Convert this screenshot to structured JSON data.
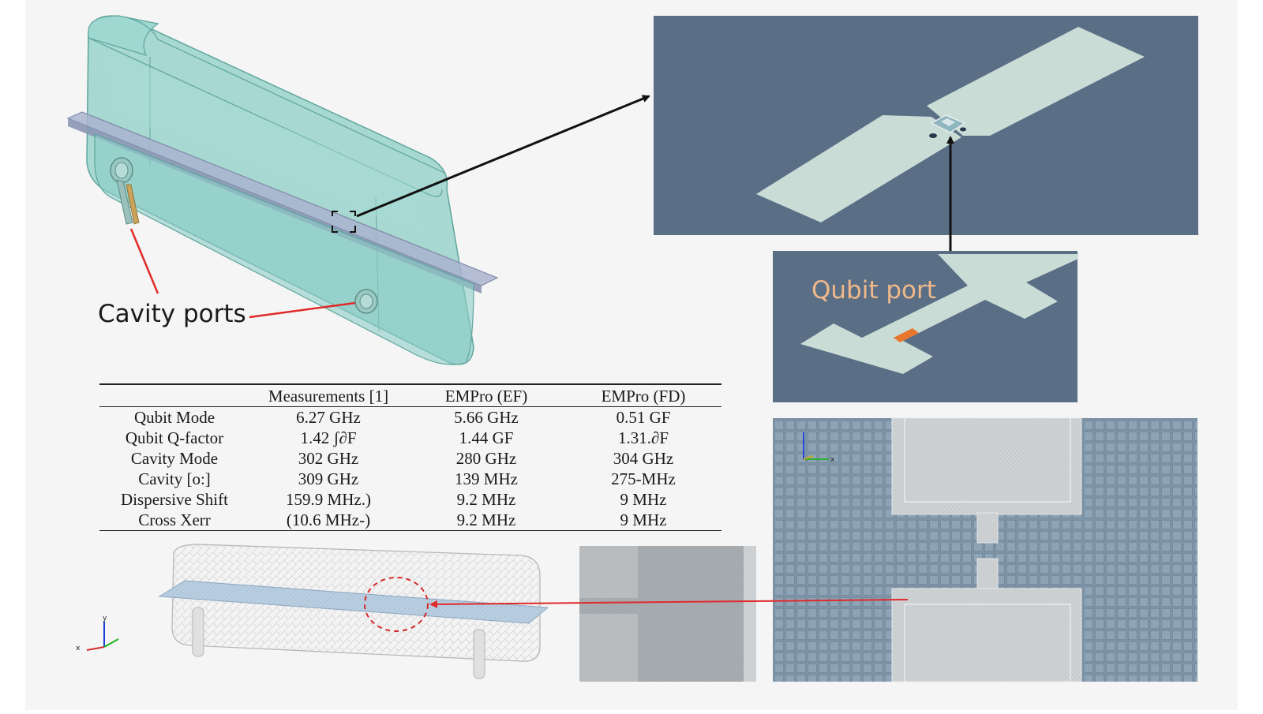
{
  "labels": {
    "cavity_ports": "Cavity ports",
    "qubit_port": "Qubit port"
  },
  "axes": {
    "x": "x",
    "y": "y"
  },
  "table": {
    "headers": [
      "",
      "Measurements [1]",
      "EMPro (EF)",
      "EMPro (FD)"
    ],
    "rows": [
      [
        "Qubit Mode",
        "6.27 GHz",
        "5.66 GHz",
        "0.51 GF"
      ],
      [
        "Qubit Q-factor",
        "1.42 ʃ∂F",
        "1.44 GF",
        "1.31.∂F"
      ],
      [
        "Cavity Mode",
        "302 GHz",
        "280 GHz",
        "304 GHz"
      ],
      [
        "Cavity [o:]",
        "309 GHz",
        "139 MHz",
        "275-MHz"
      ],
      [
        "Dispersive Shift",
        "159.9 MHz.)",
        "9.2 MHz",
        "9 MHz"
      ],
      [
        "Cross Xerr",
        "(10.6 MHz-)",
        "9.2 MHz",
        "9 MHz"
      ]
    ]
  },
  "colors": {
    "cavity_fill": "#8ccdc6",
    "panel_bg": "#5a6e86",
    "pad_fill": "#c9dcd6",
    "arrow_red": "#e02a2a",
    "qubit_label": "#f0b98a",
    "junction_orange": "#e8762c"
  }
}
